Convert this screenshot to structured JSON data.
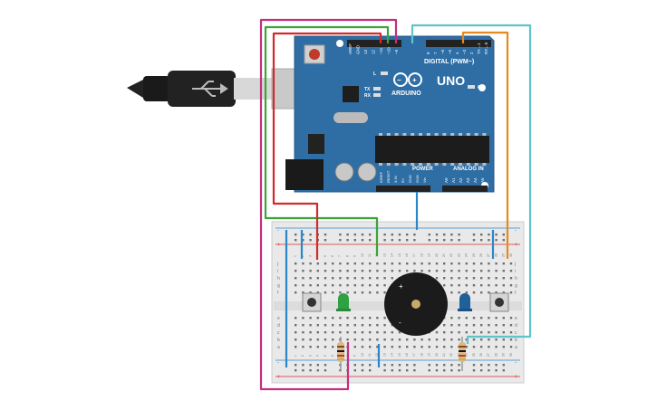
{
  "board": {
    "uno_label": "UNO",
    "brand": "ARDUINO",
    "digital_label": "DIGITAL (PWM~)",
    "power_label": "POWER",
    "analog_label": "ANALOG IN",
    "on_label": "ON",
    "led_labels": {
      "l": "L",
      "tx": "TX",
      "rx": "RX"
    },
    "top_pins": [
      "AREF",
      "GND",
      "13",
      "12",
      "~11",
      "~10",
      "~9",
      "8",
      "7",
      "~6",
      "~5",
      "4",
      "~3",
      "2",
      "TX→1",
      "RX←0"
    ],
    "power_pins": [
      "IOREF",
      "RESET",
      "3.3V",
      "5V",
      "GND",
      "GND",
      "Vin"
    ],
    "analog_pins": [
      "A0",
      "A1",
      "A2",
      "A3",
      "A4",
      "A5"
    ]
  },
  "breadboard": {
    "row_letters_top": [
      "j",
      "i",
      "h",
      "g",
      "f"
    ],
    "row_letters_bottom": [
      "e",
      "d",
      "c",
      "b",
      "a"
    ],
    "rail_plus": "+",
    "rail_minus": "-",
    "column_numbers": [
      "1",
      "2",
      "3",
      "4",
      "5",
      "6",
      "7",
      "8",
      "9",
      "10",
      "11",
      "12",
      "13",
      "14",
      "15",
      "16",
      "17",
      "18",
      "19",
      "20",
      "21",
      "22",
      "23",
      "24",
      "25",
      "26",
      "27",
      "28",
      "29",
      "30"
    ]
  },
  "components": {
    "buzzer_plus": "+",
    "buzzer_minus": "-",
    "led_green_color": "#2fa043",
    "led_blue_color": "#1f5f9a"
  },
  "wire_colors": {
    "magenta": "#c2317e",
    "green": "#3aa537",
    "red": "#d12b2b",
    "teal": "#5fc4c9",
    "orange": "#e58a1f",
    "blue": "#2b87c8"
  },
  "colors": {
    "board_blue": "#2e6ea5",
    "breadboard": "#e9e9e9"
  }
}
